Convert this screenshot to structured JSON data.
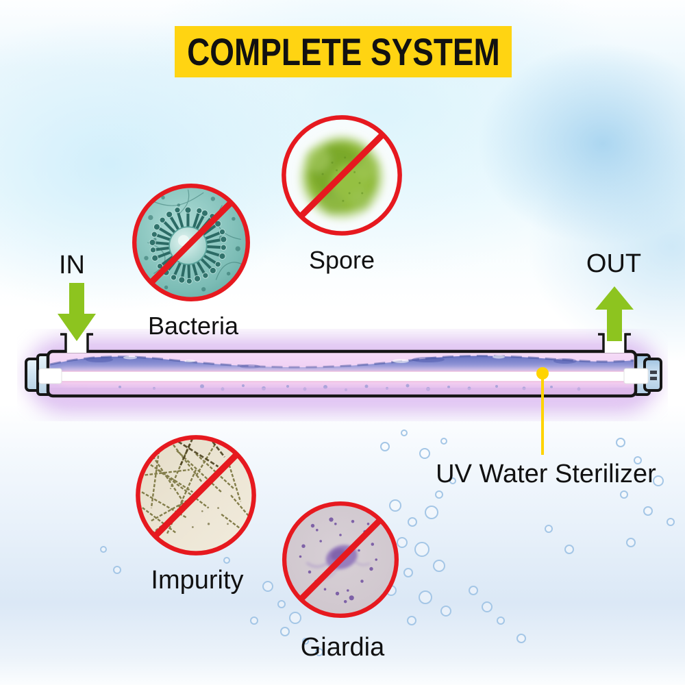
{
  "banner": {
    "label": "COMPLETE SYSTEM"
  },
  "flow": {
    "in_label": "IN",
    "out_label": "OUT"
  },
  "device": {
    "callout_label": "UV Water Sterilizer"
  },
  "contaminants": [
    {
      "id": "bacteria",
      "label": "Bacteria"
    },
    {
      "id": "spore",
      "label": "Spore"
    },
    {
      "id": "impurity",
      "label": "Impurity"
    },
    {
      "id": "giardia",
      "label": "Giardia"
    }
  ],
  "colors": {
    "banner_bg": "#FFD412",
    "banner_text": "#131313",
    "arrow_green": "#8DC41F",
    "prohibition_red": "#E6191F",
    "callout_yellow": "#FFD400",
    "uv_glow_purple": "#CBA2E9",
    "tube_outline": "#1A1A1A",
    "label_text": "#111111"
  }
}
